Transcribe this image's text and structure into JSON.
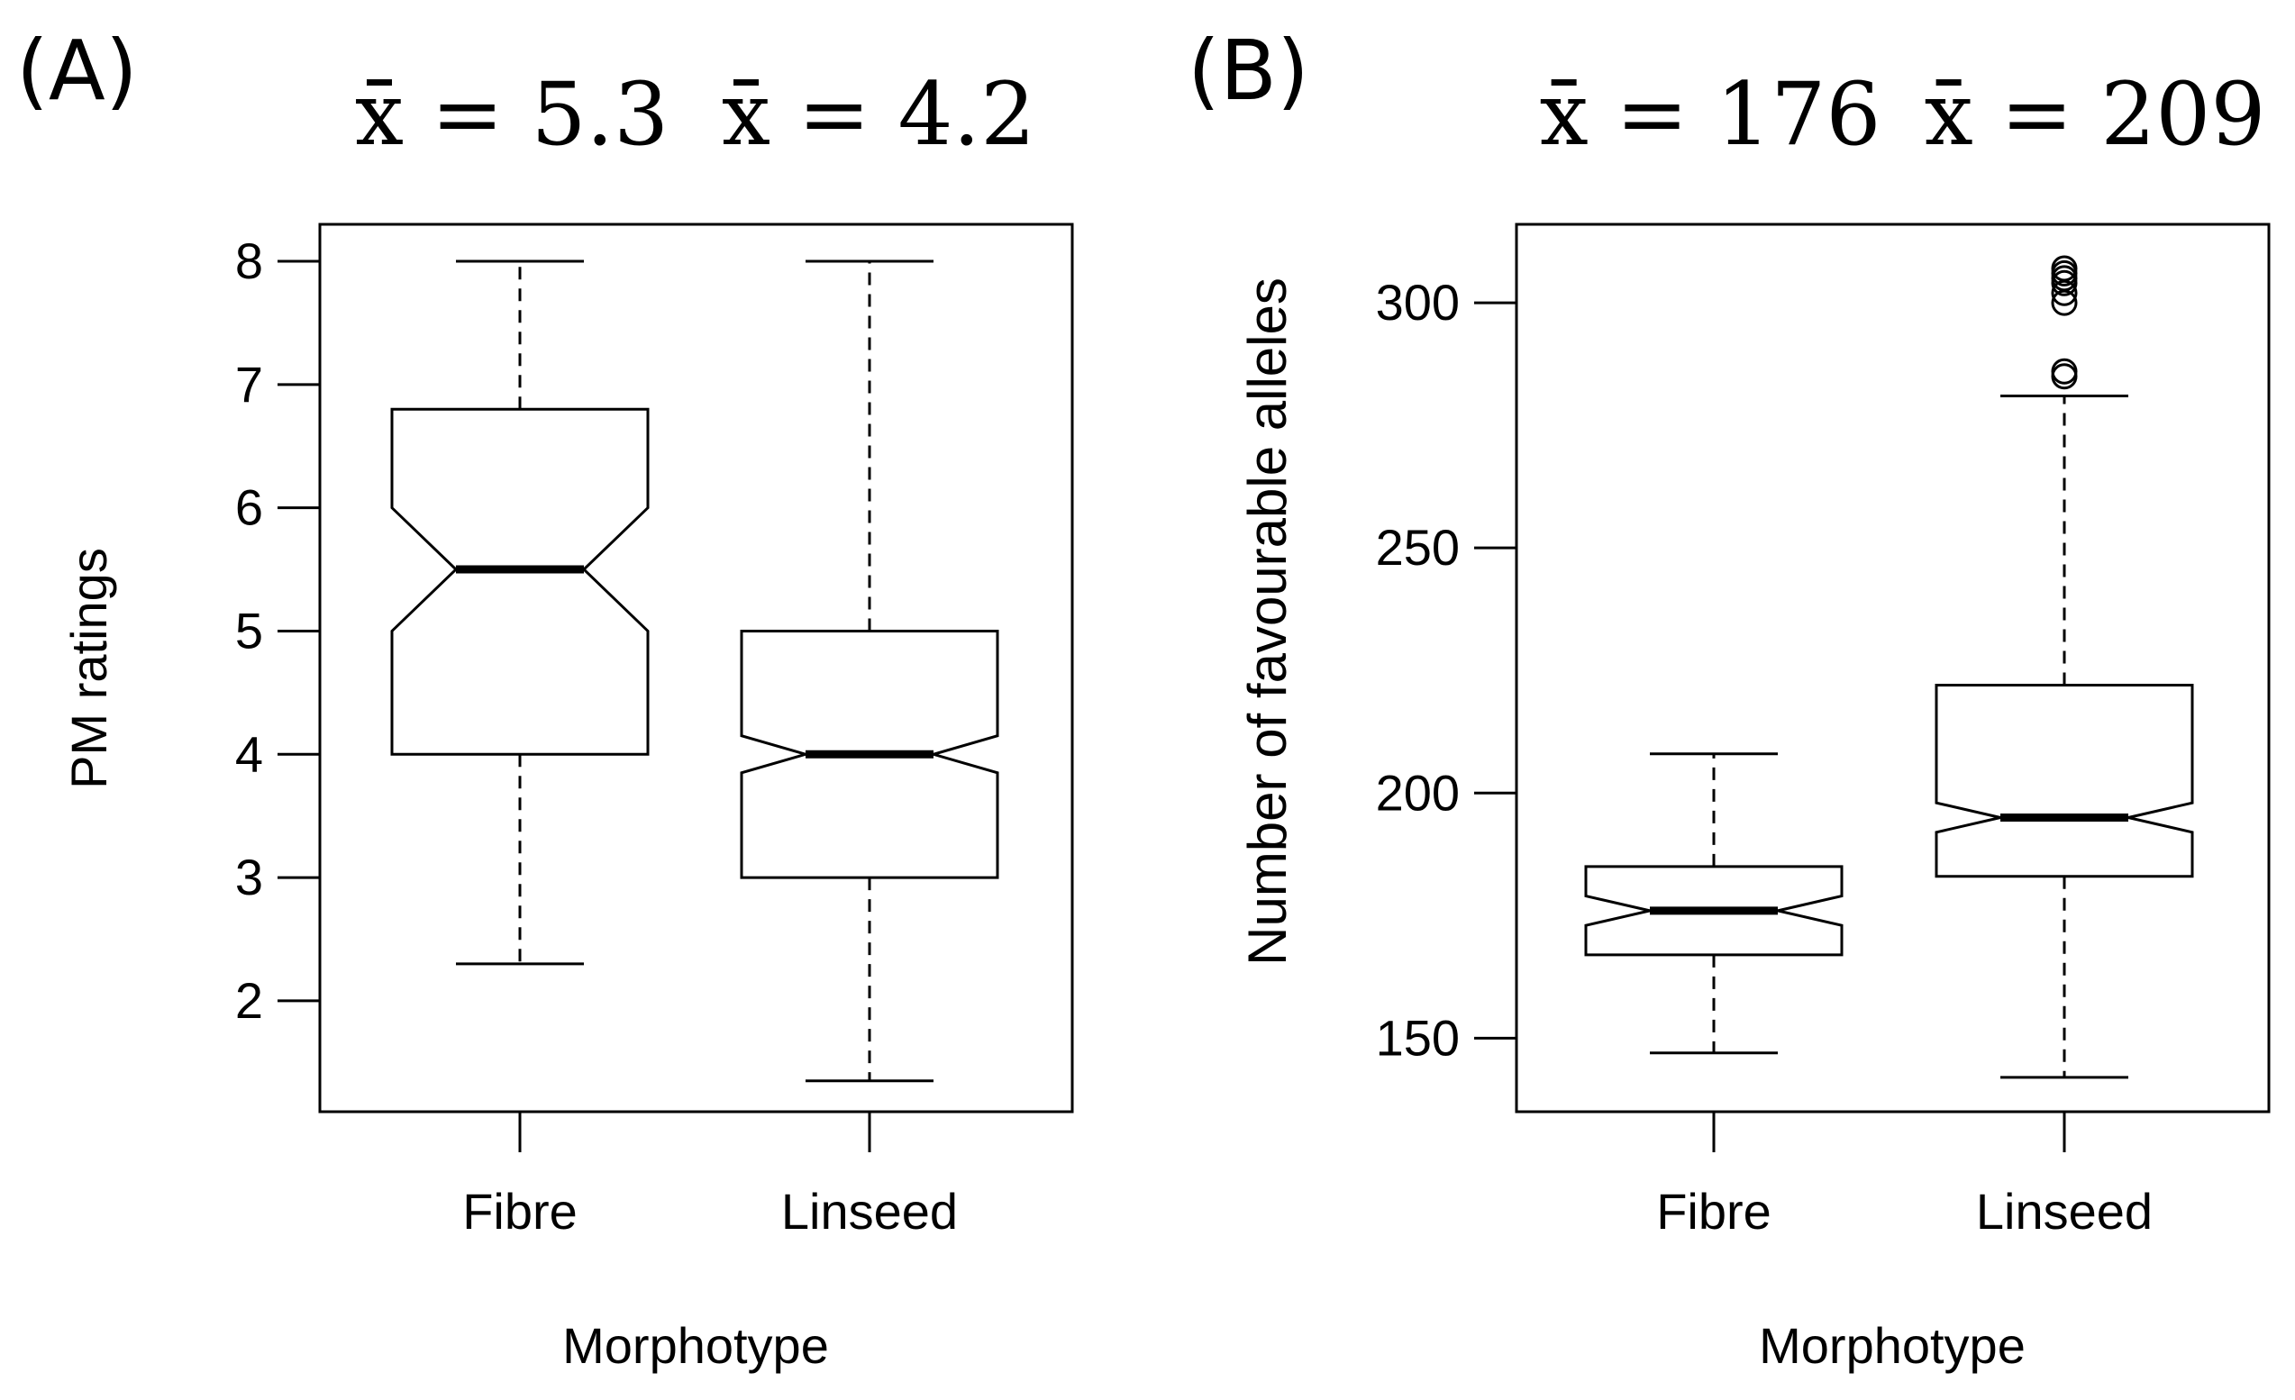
{
  "chart_data": [
    {
      "type": "boxplot",
      "panel_label": "(A)",
      "xlabel": "Morphotype",
      "ylabel": "PM ratings",
      "ylim": [
        1.1,
        8.3
      ],
      "yticks": [
        2,
        3,
        4,
        5,
        6,
        7,
        8
      ],
      "notched": true,
      "categories": [
        "Fibre",
        "Linseed"
      ],
      "means": [
        "x̄ = 5.3",
        "x̄ = 4.2"
      ],
      "boxes": [
        {
          "name": "Fibre",
          "whisker_low": 2.3,
          "q1": 4,
          "median": 5.5,
          "q3": 6.8,
          "whisker_high": 8,
          "notch_low": 5.0,
          "notch_high": 6.0,
          "outliers": []
        },
        {
          "name": "Linseed",
          "whisker_low": 1.35,
          "q1": 3,
          "median": 4,
          "q3": 5,
          "whisker_high": 8,
          "notch_low": 3.85,
          "notch_high": 4.15,
          "outliers": []
        }
      ]
    },
    {
      "type": "boxplot",
      "panel_label": "(B)",
      "xlabel": "Morphotype",
      "ylabel": "Number of favourable alleles",
      "ylim": [
        135,
        316
      ],
      "yticks": [
        150,
        200,
        250,
        300
      ],
      "notched": true,
      "categories": [
        "Fibre",
        "Linseed"
      ],
      "means": [
        "x̄ = 176",
        "x̄ = 209"
      ],
      "boxes": [
        {
          "name": "Fibre",
          "whisker_low": 147,
          "q1": 167,
          "median": 176,
          "q3": 185,
          "whisker_high": 208,
          "notch_low": 173,
          "notch_high": 179,
          "outliers": []
        },
        {
          "name": "Linseed",
          "whisker_low": 142,
          "q1": 183,
          "median": 195,
          "q3": 222,
          "whisker_high": 281,
          "notch_low": 192,
          "notch_high": 198,
          "outliers": [
            285,
            286,
            300,
            302,
            304,
            305,
            306,
            307
          ]
        }
      ]
    }
  ]
}
